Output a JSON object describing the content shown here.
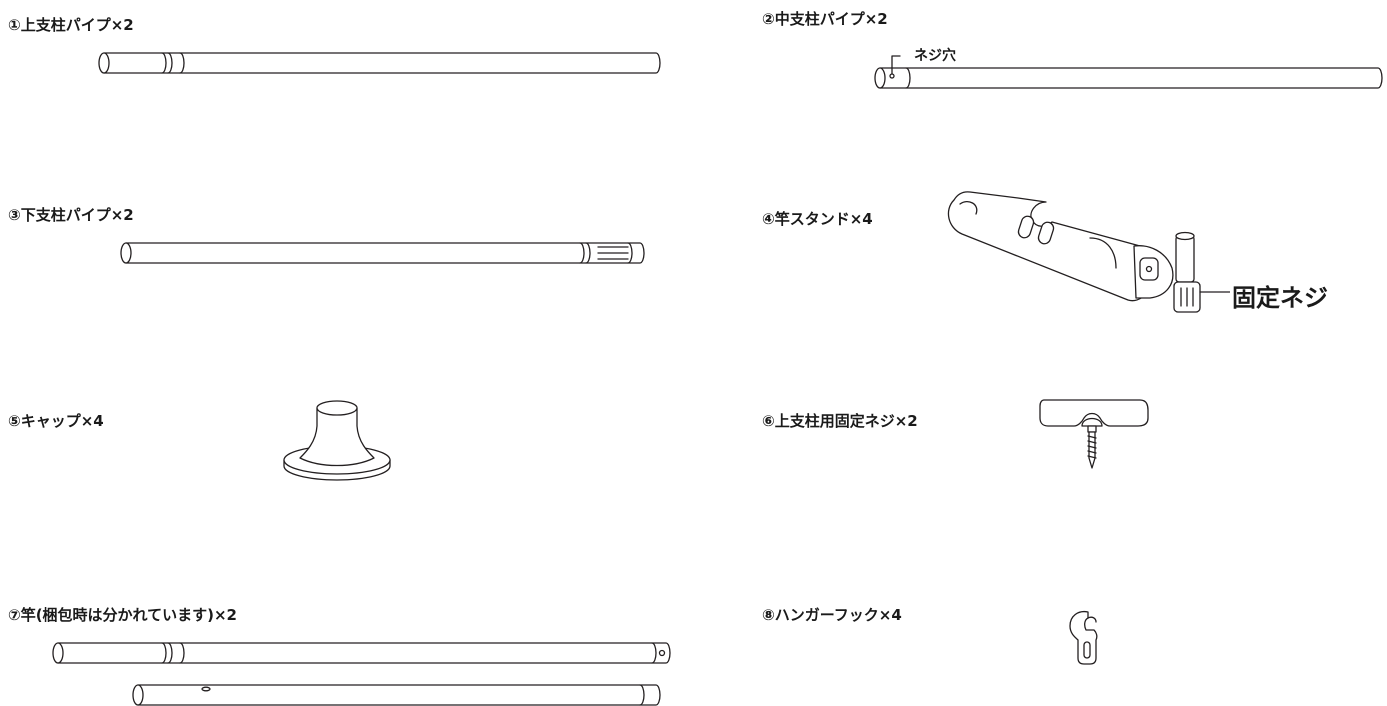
{
  "parts": [
    {
      "label": "①上支柱パイプ×2"
    },
    {
      "label": "②中支柱パイプ×2",
      "callout": "ネジ穴"
    },
    {
      "label": "③下支柱パイプ×2"
    },
    {
      "label": "④竿スタンド×4",
      "callout": "固定ネジ"
    },
    {
      "label": "⑤キャップ×4"
    },
    {
      "label": "⑥上支柱用固定ネジ×2"
    },
    {
      "label": "⑦竿(梱包時は分かれています)×2"
    },
    {
      "label": "⑧ハンガーフック×4"
    }
  ]
}
